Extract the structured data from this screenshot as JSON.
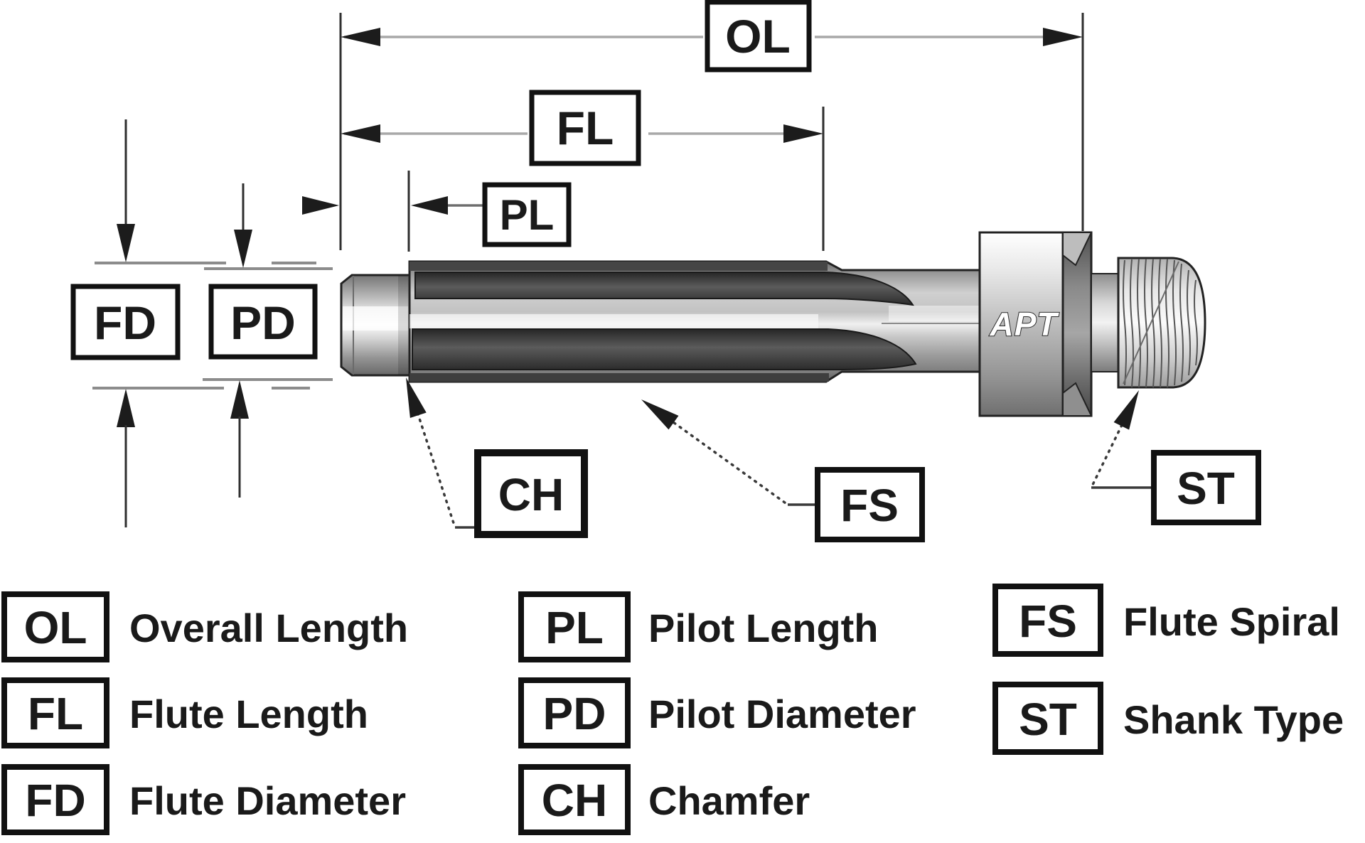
{
  "callouts": {
    "ol": "OL",
    "fl": "FL",
    "pl": "PL",
    "fd": "FD",
    "pd": "PD",
    "ch": "CH",
    "fs": "FS",
    "st": "ST"
  },
  "brand": "APT",
  "legend": {
    "items": [
      {
        "code": "OL",
        "label": "Overall Length"
      },
      {
        "code": "FL",
        "label": "Flute Length"
      },
      {
        "code": "FD",
        "label": "Flute Diameter"
      },
      {
        "code": "PL",
        "label": "Pilot Length"
      },
      {
        "code": "PD",
        "label": "Pilot Diameter"
      },
      {
        "code": "CH",
        "label": "Chamfer"
      },
      {
        "code": "FS",
        "label": "Flute Spiral"
      },
      {
        "code": "ST",
        "label": "Shank Type"
      }
    ]
  },
  "colors": {
    "background": "#ffffff",
    "line_dark": "#222222",
    "line_gray": "#a8a8a8",
    "label_text": "#1a1a1a"
  }
}
